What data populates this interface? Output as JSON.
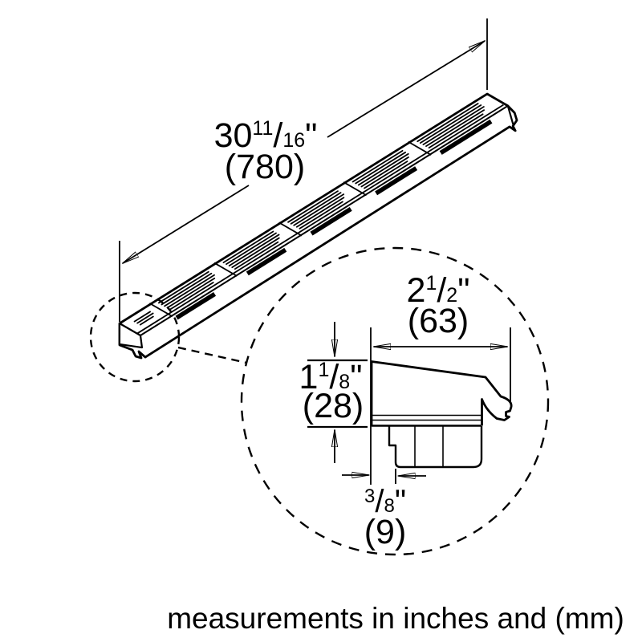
{
  "drawing": {
    "type": "technical dimension drawing",
    "colors": {
      "line": "#000000",
      "background": "#ffffff"
    }
  },
  "dimensions": {
    "length": {
      "whole": "30",
      "num": "11",
      "slash": "/",
      "den": "16",
      "unit": "\"",
      "mm": "(780)"
    },
    "width": {
      "whole": "2",
      "num": "1",
      "slash": "/",
      "den": "2",
      "unit": "\"",
      "mm": "(63)"
    },
    "height": {
      "whole": "1",
      "num": "1",
      "slash": "/",
      "den": "8",
      "unit": "\"",
      "mm": "(28)"
    },
    "offset": {
      "num": "3",
      "slash": "/",
      "den": "8",
      "unit": "\"",
      "mm": "(9)"
    }
  },
  "footer": {
    "note": "measurements in inches and (mm)"
  }
}
